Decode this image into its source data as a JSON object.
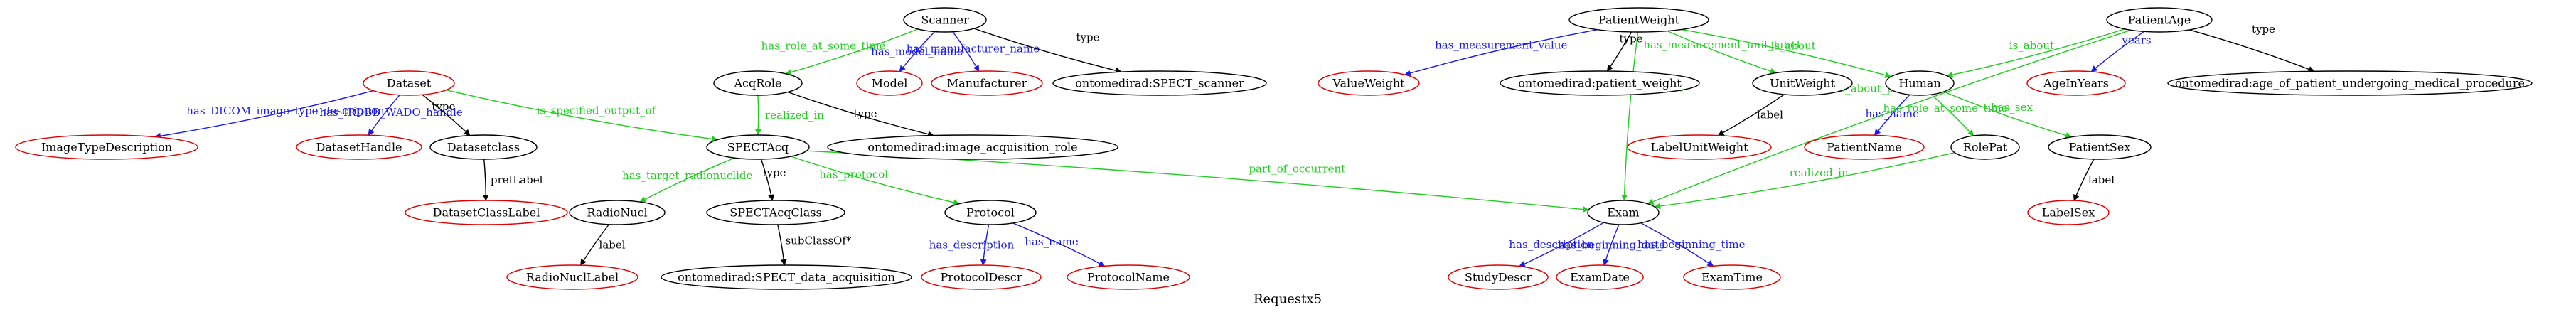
{
  "graph_title": "Requestx5",
  "colors": {
    "class_node": "#000000",
    "literal_node": "#e00000",
    "object_property": "#22cc22",
    "data_property": "#1a1ae6",
    "rdf_type": "#000000"
  },
  "nodes": [
    {
      "id": "scanner",
      "label": "Scanner",
      "kind": "class"
    },
    {
      "id": "acqrole",
      "label": "AcqRole",
      "kind": "class"
    },
    {
      "id": "model",
      "label": "Model",
      "kind": "literal"
    },
    {
      "id": "manufacturer",
      "label": "Manufacturer",
      "kind": "literal"
    },
    {
      "id": "spect_scanner",
      "label": "ontomedirad:SPECT_scanner",
      "kind": "class"
    },
    {
      "id": "img_acq_role",
      "label": "ontomedirad:image_acquisition_role",
      "kind": "class"
    },
    {
      "id": "dataset",
      "label": "Dataset",
      "kind": "literal"
    },
    {
      "id": "imgtypedesc",
      "label": "ImageTypeDescription",
      "kind": "literal"
    },
    {
      "id": "datasethandle",
      "label": "DatasetHandle",
      "kind": "literal"
    },
    {
      "id": "datasetclass",
      "label": "Datasetclass",
      "kind": "class"
    },
    {
      "id": "datasetclasslabel",
      "label": "DatasetClassLabel",
      "kind": "literal"
    },
    {
      "id": "spectacq",
      "label": "SPECTAcq",
      "kind": "class"
    },
    {
      "id": "radionucl",
      "label": "RadioNucl",
      "kind": "class"
    },
    {
      "id": "radionucllabel",
      "label": "RadioNuclLabel",
      "kind": "literal"
    },
    {
      "id": "spectacqclass",
      "label": "SPECTAcqClass",
      "kind": "class"
    },
    {
      "id": "spect_data_acq",
      "label": "ontomedirad:SPECT_data_acquisition",
      "kind": "class"
    },
    {
      "id": "protocol",
      "label": "Protocol",
      "kind": "class"
    },
    {
      "id": "protocoldescr",
      "label": "ProtocolDescr",
      "kind": "literal"
    },
    {
      "id": "protocolname",
      "label": "ProtocolName",
      "kind": "literal"
    },
    {
      "id": "patientweight",
      "label": "PatientWeight",
      "kind": "class"
    },
    {
      "id": "valueweight",
      "label": "ValueWeight",
      "kind": "literal"
    },
    {
      "id": "patient_weight_cls",
      "label": "ontomedirad:patient_weight",
      "kind": "class"
    },
    {
      "id": "unitweight",
      "label": "UnitWeight",
      "kind": "class"
    },
    {
      "id": "labelunitweight",
      "label": "LabelUnitWeight",
      "kind": "literal"
    },
    {
      "id": "human",
      "label": "Human",
      "kind": "class"
    },
    {
      "id": "patientname",
      "label": "PatientName",
      "kind": "literal"
    },
    {
      "id": "rolepat",
      "label": "RolePat",
      "kind": "class"
    },
    {
      "id": "patientsex",
      "label": "PatientSex",
      "kind": "class"
    },
    {
      "id": "labelsex",
      "label": "LabelSex",
      "kind": "literal"
    },
    {
      "id": "patientage",
      "label": "PatientAge",
      "kind": "class"
    },
    {
      "id": "ageinyears",
      "label": "AgeInYears",
      "kind": "literal"
    },
    {
      "id": "age_cls",
      "label": "ontomedirad:age_of_patient_undergoing_medical_procedure",
      "kind": "class"
    },
    {
      "id": "exam",
      "label": "Exam",
      "kind": "class"
    },
    {
      "id": "studydescr",
      "label": "StudyDescr",
      "kind": "literal"
    },
    {
      "id": "examdate",
      "label": "ExamDate",
      "kind": "literal"
    },
    {
      "id": "examtime",
      "label": "ExamTime",
      "kind": "literal"
    }
  ],
  "edges": [
    {
      "from": "scanner",
      "to": "acqrole",
      "label": "has_role_at_some_time",
      "kind": "object_property"
    },
    {
      "from": "scanner",
      "to": "model",
      "label": "has_model_name",
      "kind": "data_property"
    },
    {
      "from": "scanner",
      "to": "manufacturer",
      "label": "has_manufacturer_name",
      "kind": "data_property"
    },
    {
      "from": "scanner",
      "to": "spect_scanner",
      "label": "type",
      "kind": "rdf_type"
    },
    {
      "from": "acqrole",
      "to": "spectacq",
      "label": "realized_in",
      "kind": "object_property"
    },
    {
      "from": "acqrole",
      "to": "img_acq_role",
      "label": "type",
      "kind": "rdf_type"
    },
    {
      "from": "dataset",
      "to": "imgtypedesc",
      "label": "has_DICOM_image_type_description",
      "kind": "data_property"
    },
    {
      "from": "dataset",
      "to": "datasethandle",
      "label": "has_IRDBB_WADO_handle",
      "kind": "data_property"
    },
    {
      "from": "dataset",
      "to": "datasetclass",
      "label": "type",
      "kind": "rdf_type"
    },
    {
      "from": "dataset",
      "to": "spectacq",
      "label": "is_specified_output_of",
      "kind": "object_property"
    },
    {
      "from": "datasetclass",
      "to": "datasetclasslabel",
      "label": "prefLabel",
      "kind": "rdf_type"
    },
    {
      "from": "spectacq",
      "to": "radionucl",
      "label": "has_target_radionuclide",
      "kind": "object_property"
    },
    {
      "from": "spectacq",
      "to": "spectacqclass",
      "label": "type",
      "kind": "rdf_type"
    },
    {
      "from": "spectacq",
      "to": "protocol",
      "label": "has_protocol",
      "kind": "object_property"
    },
    {
      "from": "spectacq",
      "to": "exam",
      "label": "part_of_occurrent",
      "kind": "object_property"
    },
    {
      "from": "radionucl",
      "to": "radionucllabel",
      "label": "label",
      "kind": "rdf_type"
    },
    {
      "from": "spectacqclass",
      "to": "spect_data_acq",
      "label": "subClassOf*",
      "kind": "rdf_type"
    },
    {
      "from": "protocol",
      "to": "protocoldescr",
      "label": "has_description",
      "kind": "data_property"
    },
    {
      "from": "protocol",
      "to": "protocolname",
      "label": "has_name",
      "kind": "data_property"
    },
    {
      "from": "patientweight",
      "to": "valueweight",
      "label": "has_measurement_value",
      "kind": "data_property"
    },
    {
      "from": "patientweight",
      "to": "patient_weight_cls",
      "label": "type",
      "kind": "rdf_type"
    },
    {
      "from": "patientweight",
      "to": "unitweight",
      "label": "has_measurement_unit_label",
      "kind": "object_property"
    },
    {
      "from": "patientweight",
      "to": "human",
      "label": "is_about",
      "kind": "object_property"
    },
    {
      "from": "patientweight",
      "to": "exam",
      "label": "is_about_procedure",
      "kind": "object_property"
    },
    {
      "from": "unitweight",
      "to": "labelunitweight",
      "label": "label",
      "kind": "rdf_type"
    },
    {
      "from": "human",
      "to": "patientname",
      "label": "has_name",
      "kind": "data_property"
    },
    {
      "from": "human",
      "to": "rolepat",
      "label": "has_role_at_some_time",
      "kind": "object_property"
    },
    {
      "from": "human",
      "to": "patientsex",
      "label": "has_sex",
      "kind": "object_property"
    },
    {
      "from": "rolepat",
      "to": "exam",
      "label": "realized_in",
      "kind": "object_property"
    },
    {
      "from": "patientsex",
      "to": "labelsex",
      "label": "label",
      "kind": "rdf_type"
    },
    {
      "from": "patientage",
      "to": "human",
      "label": "is_about",
      "kind": "object_property"
    },
    {
      "from": "patientage",
      "to": "ageinyears",
      "label": "years",
      "kind": "data_property"
    },
    {
      "from": "patientage",
      "to": "age_cls",
      "label": "type",
      "kind": "rdf_type"
    },
    {
      "from": "patientage",
      "to": "exam",
      "label": "is_about_procedure",
      "kind": "object_property"
    },
    {
      "from": "exam",
      "to": "studydescr",
      "label": "has_description",
      "kind": "data_property"
    },
    {
      "from": "exam",
      "to": "examdate",
      "label": "has_beginning_date",
      "kind": "data_property"
    },
    {
      "from": "exam",
      "to": "examtime",
      "label": "has_beginning_time",
      "kind": "data_property"
    }
  ]
}
